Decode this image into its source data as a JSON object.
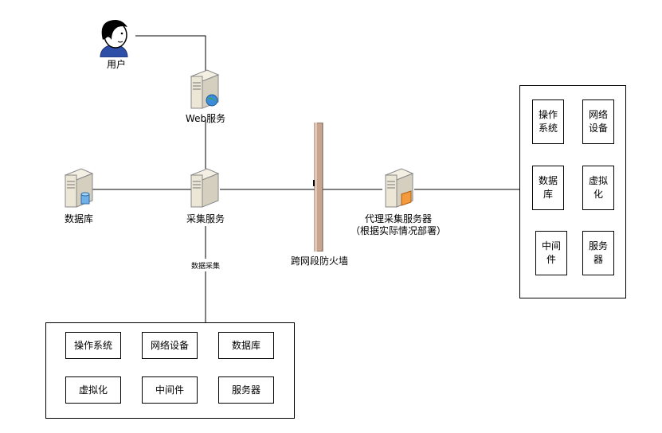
{
  "nodes": {
    "user": "用户",
    "web": "Web服务",
    "database": "数据库",
    "collector": "采集服务",
    "proxy_line1": "代理采集服务器",
    "proxy_line2": "（根据实际情况部署）",
    "firewall": "跨网段防火墙",
    "data_collect": "数据采集"
  },
  "bottom_group": {
    "items": [
      "操作系统",
      "网络设备",
      "数据库",
      "虚拟化",
      "中间件",
      "服务器"
    ]
  },
  "right_group": {
    "items": [
      "操作\n系统",
      "网络\n设备",
      "数据\n库",
      "虚拟\n化",
      "中间\n件",
      "服务\n器"
    ]
  },
  "icons": [
    "person-icon",
    "web-server-icon",
    "database-server-icon",
    "server-icon",
    "proxy-server-icon",
    "firewall-icon"
  ]
}
